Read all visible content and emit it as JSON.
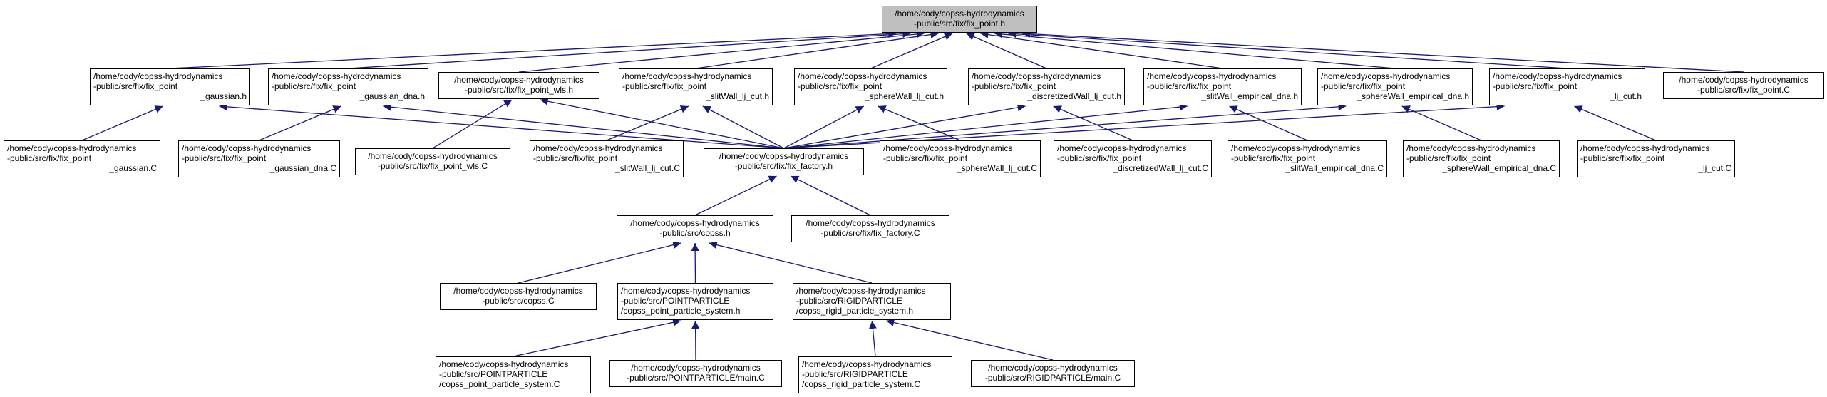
{
  "colors": {
    "edge": "#191970",
    "border": "#000000",
    "root_fill": "#bfbfbf",
    "node_fill": "#ffffff"
  },
  "nodes": [
    {
      "id": "fix_point_h",
      "lines": [
        "/home/cody/copss-hydrodynamics",
        "-public/src/fix/fix_point.h"
      ]
    },
    {
      "id": "fix_point_gaussian_h",
      "lines": [
        "/home/cody/copss-hydrodynamics",
        "-public/src/fix/fix_point",
        "_gaussian.h"
      ]
    },
    {
      "id": "fix_point_gaussian_dna_h",
      "lines": [
        "/home/cody/copss-hydrodynamics",
        "-public/src/fix/fix_point",
        "_gaussian_dna.h"
      ]
    },
    {
      "id": "fix_point_wls_h",
      "lines": [
        "/home/cody/copss-hydrodynamics",
        "-public/src/fix/fix_point_wls.h"
      ]
    },
    {
      "id": "fix_point_slitwall_lj_cut_h",
      "lines": [
        "/home/cody/copss-hydrodynamics",
        "-public/src/fix/fix_point",
        "_slitWall_lj_cut.h"
      ]
    },
    {
      "id": "fix_point_spherewall_lj_cut_h",
      "lines": [
        "/home/cody/copss-hydrodynamics",
        "-public/src/fix/fix_point",
        "_sphereWall_lj_cut.h"
      ]
    },
    {
      "id": "fix_point_discretizedwall_lj_cut_h",
      "lines": [
        "/home/cody/copss-hydrodynamics",
        "-public/src/fix/fix_point",
        "_discretizedWall_lj_cut.h"
      ]
    },
    {
      "id": "fix_point_slitwall_empirical_dna_h",
      "lines": [
        "/home/cody/copss-hydrodynamics",
        "-public/src/fix/fix_point",
        "_slitWall_empirical_dna.h"
      ]
    },
    {
      "id": "fix_point_spherewall_empirical_dna_h",
      "lines": [
        "/home/cody/copss-hydrodynamics",
        "-public/src/fix/fix_point",
        "_sphereWall_empirical_dna.h"
      ]
    },
    {
      "id": "fix_point_lj_cut_h",
      "lines": [
        "/home/cody/copss-hydrodynamics",
        "-public/src/fix/fix_point",
        "_lj_cut.h"
      ]
    },
    {
      "id": "fix_point_c",
      "lines": [
        "/home/cody/copss-hydrodynamics",
        "-public/src/fix/fix_point.C"
      ]
    },
    {
      "id": "fix_point_gaussian_c",
      "lines": [
        "/home/cody/copss-hydrodynamics",
        "-public/src/fix/fix_point",
        "_gaussian.C"
      ]
    },
    {
      "id": "fix_point_gaussian_dna_c",
      "lines": [
        "/home/cody/copss-hydrodynamics",
        "-public/src/fix/fix_point",
        "_gaussian_dna.C"
      ]
    },
    {
      "id": "fix_point_wls_c",
      "lines": [
        "/home/cody/copss-hydrodynamics",
        "-public/src/fix/fix_point_wls.C"
      ]
    },
    {
      "id": "fix_point_slitwall_lj_cut_c",
      "lines": [
        "/home/cody/copss-hydrodynamics",
        "-public/src/fix/fix_point",
        "_slitWall_lj_cut.C"
      ]
    },
    {
      "id": "fix_factory_h",
      "lines": [
        "/home/cody/copss-hydrodynamics",
        "-public/src/fix/fix_factory.h"
      ]
    },
    {
      "id": "fix_point_spherewall_lj_cut_c",
      "lines": [
        "/home/cody/copss-hydrodynamics",
        "-public/src/fix/fix_point",
        "_sphereWall_lj_cut.C"
      ]
    },
    {
      "id": "fix_point_discretizedwall_lj_cut_c",
      "lines": [
        "/home/cody/copss-hydrodynamics",
        "-public/src/fix/fix_point",
        "_discretizedWall_lj_cut.C"
      ]
    },
    {
      "id": "fix_point_slitwall_empirical_dna_c",
      "lines": [
        "/home/cody/copss-hydrodynamics",
        "-public/src/fix/fix_point",
        "_slitWall_empirical_dna.C"
      ]
    },
    {
      "id": "fix_point_spherewall_empirical_dna_c",
      "lines": [
        "/home/cody/copss-hydrodynamics",
        "-public/src/fix/fix_point",
        "_sphereWall_empirical_dna.C"
      ]
    },
    {
      "id": "fix_point_lj_cut_c",
      "lines": [
        "/home/cody/copss-hydrodynamics",
        "-public/src/fix/fix_point",
        "_lj_cut.C"
      ]
    },
    {
      "id": "copss_h",
      "lines": [
        "/home/cody/copss-hydrodynamics",
        "-public/src/copss.h"
      ]
    },
    {
      "id": "fix_factory_c",
      "lines": [
        "/home/cody/copss-hydrodynamics",
        "-public/src/fix/fix_factory.C"
      ]
    },
    {
      "id": "copss_c",
      "lines": [
        "/home/cody/copss-hydrodynamics",
        "-public/src/copss.C"
      ]
    },
    {
      "id": "copss_point_particle_system_h",
      "lines": [
        "/home/cody/copss-hydrodynamics",
        "-public/src/POINTPARTICLE",
        "/copss_point_particle_system.h"
      ]
    },
    {
      "id": "copss_rigid_particle_system_h",
      "lines": [
        "/home/cody/copss-hydrodynamics",
        "-public/src/RIGIDPARTICLE",
        "/copss_rigid_particle_system.h"
      ]
    },
    {
      "id": "copss_point_particle_system_c",
      "lines": [
        "/home/cody/copss-hydrodynamics",
        "-public/src/POINTPARTICLE",
        "/copss_point_particle_system.C"
      ]
    },
    {
      "id": "pointparticle_main_c",
      "lines": [
        "/home/cody/copss-hydrodynamics",
        "-public/src/POINTPARTICLE/main.C"
      ]
    },
    {
      "id": "copss_rigid_particle_system_c",
      "lines": [
        "/home/cody/copss-hydrodynamics",
        "-public/src/RIGIDPARTICLE",
        "/copss_rigid_particle_system.C"
      ]
    },
    {
      "id": "rigidparticle_main_c",
      "lines": [
        "/home/cody/copss-hydrodynamics",
        "-public/src/RIGIDPARTICLE/main.C"
      ]
    }
  ],
  "edges": [
    {
      "from": "fix_point_gaussian_h",
      "to": "fix_point_h"
    },
    {
      "from": "fix_point_gaussian_dna_h",
      "to": "fix_point_h"
    },
    {
      "from": "fix_point_wls_h",
      "to": "fix_point_h"
    },
    {
      "from": "fix_point_slitwall_lj_cut_h",
      "to": "fix_point_h"
    },
    {
      "from": "fix_point_spherewall_lj_cut_h",
      "to": "fix_point_h"
    },
    {
      "from": "fix_point_discretizedwall_lj_cut_h",
      "to": "fix_point_h"
    },
    {
      "from": "fix_point_slitwall_empirical_dna_h",
      "to": "fix_point_h"
    },
    {
      "from": "fix_point_spherewall_empirical_dna_h",
      "to": "fix_point_h"
    },
    {
      "from": "fix_point_lj_cut_h",
      "to": "fix_point_h"
    },
    {
      "from": "fix_point_c",
      "to": "fix_point_h"
    },
    {
      "from": "fix_point_gaussian_c",
      "to": "fix_point_gaussian_h"
    },
    {
      "from": "fix_factory_h",
      "to": "fix_point_gaussian_h"
    },
    {
      "from": "fix_point_gaussian_dna_c",
      "to": "fix_point_gaussian_dna_h"
    },
    {
      "from": "fix_factory_h",
      "to": "fix_point_gaussian_dna_h"
    },
    {
      "from": "fix_point_wls_c",
      "to": "fix_point_wls_h"
    },
    {
      "from": "fix_factory_h",
      "to": "fix_point_wls_h"
    },
    {
      "from": "fix_point_slitwall_lj_cut_c",
      "to": "fix_point_slitwall_lj_cut_h"
    },
    {
      "from": "fix_factory_h",
      "to": "fix_point_slitwall_lj_cut_h"
    },
    {
      "from": "fix_point_spherewall_lj_cut_c",
      "to": "fix_point_spherewall_lj_cut_h"
    },
    {
      "from": "fix_factory_h",
      "to": "fix_point_spherewall_lj_cut_h"
    },
    {
      "from": "fix_point_discretizedwall_lj_cut_c",
      "to": "fix_point_discretizedwall_lj_cut_h"
    },
    {
      "from": "fix_factory_h",
      "to": "fix_point_discretizedwall_lj_cut_h"
    },
    {
      "from": "fix_point_slitwall_empirical_dna_c",
      "to": "fix_point_slitwall_empirical_dna_h"
    },
    {
      "from": "fix_factory_h",
      "to": "fix_point_slitwall_empirical_dna_h"
    },
    {
      "from": "fix_point_spherewall_empirical_dna_c",
      "to": "fix_point_spherewall_empirical_dna_h"
    },
    {
      "from": "fix_factory_h",
      "to": "fix_point_spherewall_empirical_dna_h"
    },
    {
      "from": "fix_point_lj_cut_c",
      "to": "fix_point_lj_cut_h"
    },
    {
      "from": "fix_factory_h",
      "to": "fix_point_lj_cut_h"
    },
    {
      "from": "copss_h",
      "to": "fix_factory_h"
    },
    {
      "from": "fix_factory_c",
      "to": "fix_factory_h"
    },
    {
      "from": "copss_c",
      "to": "copss_h"
    },
    {
      "from": "copss_point_particle_system_h",
      "to": "copss_h"
    },
    {
      "from": "copss_rigid_particle_system_h",
      "to": "copss_h"
    },
    {
      "from": "copss_point_particle_system_c",
      "to": "copss_point_particle_system_h"
    },
    {
      "from": "pointparticle_main_c",
      "to": "copss_point_particle_system_h"
    },
    {
      "from": "copss_rigid_particle_system_c",
      "to": "copss_rigid_particle_system_h"
    },
    {
      "from": "rigidparticle_main_c",
      "to": "copss_rigid_particle_system_h"
    }
  ]
}
